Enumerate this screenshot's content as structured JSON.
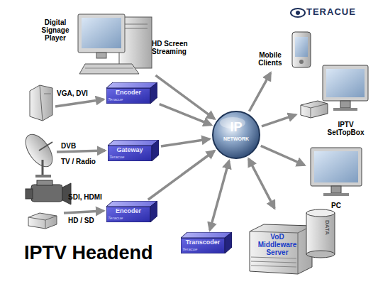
{
  "diagram": {
    "title": "IPTV Headend",
    "nodes": [
      {
        "text": [
          "Digital Signage Player"
        ]
      },
      {
        "text": [
          "Encoder",
          "Teracue"
        ]
      },
      {
        "text": [
          "Gateway",
          "Teracue"
        ]
      },
      {
        "text": [
          "Encoder",
          "Teracue"
        ]
      },
      {
        "text": [
          "IP",
          "NETWORK"
        ]
      },
      {
        "text": [
          "Transcoder",
          "Teracue"
        ]
      },
      {
        "text": [
          "VoD Middleware Server"
        ]
      },
      {
        "text": [
          "Mobile Clients"
        ]
      },
      {
        "text": [
          "IPTV SetTopBox"
        ]
      },
      {
        "text": [
          "PC"
        ]
      }
    ],
    "edges": [
      {
        "from": 0,
        "to": 4,
        "label": "HD Screen Streaming",
        "arrow": "to"
      },
      {
        "from": 1,
        "to": 4,
        "arrow": "to"
      },
      {
        "from": 2,
        "to": 4,
        "arrow": "to"
      },
      {
        "from": 3,
        "to": 4,
        "arrow": "to"
      },
      {
        "from": 5,
        "to": 4,
        "arrow": "both"
      },
      {
        "from": 6,
        "to": 4,
        "arrow": "both"
      },
      {
        "from": 4,
        "to": 7,
        "arrow": "to"
      },
      {
        "from": 4,
        "to": 8,
        "arrow": "to"
      },
      {
        "from": 4,
        "to": 9,
        "arrow": "to"
      }
    ],
    "labels": [
      "TERACUE",
      "VGA, DVI",
      "DVB",
      "TV / Radio",
      "SDI, HDMI",
      "HD / SD",
      "DATA"
    ]
  }
}
